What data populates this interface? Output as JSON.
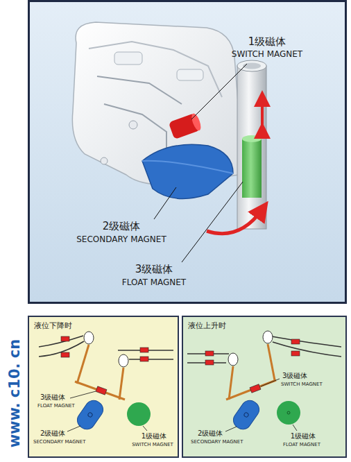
{
  "diagram": {
    "nodes": [
      {
        "text": [
          "液位下降时"
        ]
      },
      {
        "text": [
          "液位上升时"
        ]
      }
    ],
    "labels": [
      "1级磁体",
      "SWITCH MAGNET",
      "2级磁体",
      "SECONDARY MAGNET",
      "3级磁体",
      "FLOAT MAGNET",
      "3级磁体",
      "FLOAT MAGNET",
      "2级磁体",
      "SECONDARY MAGNET",
      "1级磁体",
      "SWITCH MAGNET",
      "3级磁体",
      "SWITCH MAGNET",
      "2级磁体",
      "SECONDARY MAGNET",
      "1级磁体",
      "FLOAT MAGNET",
      "www. c10. cn"
    ]
  }
}
